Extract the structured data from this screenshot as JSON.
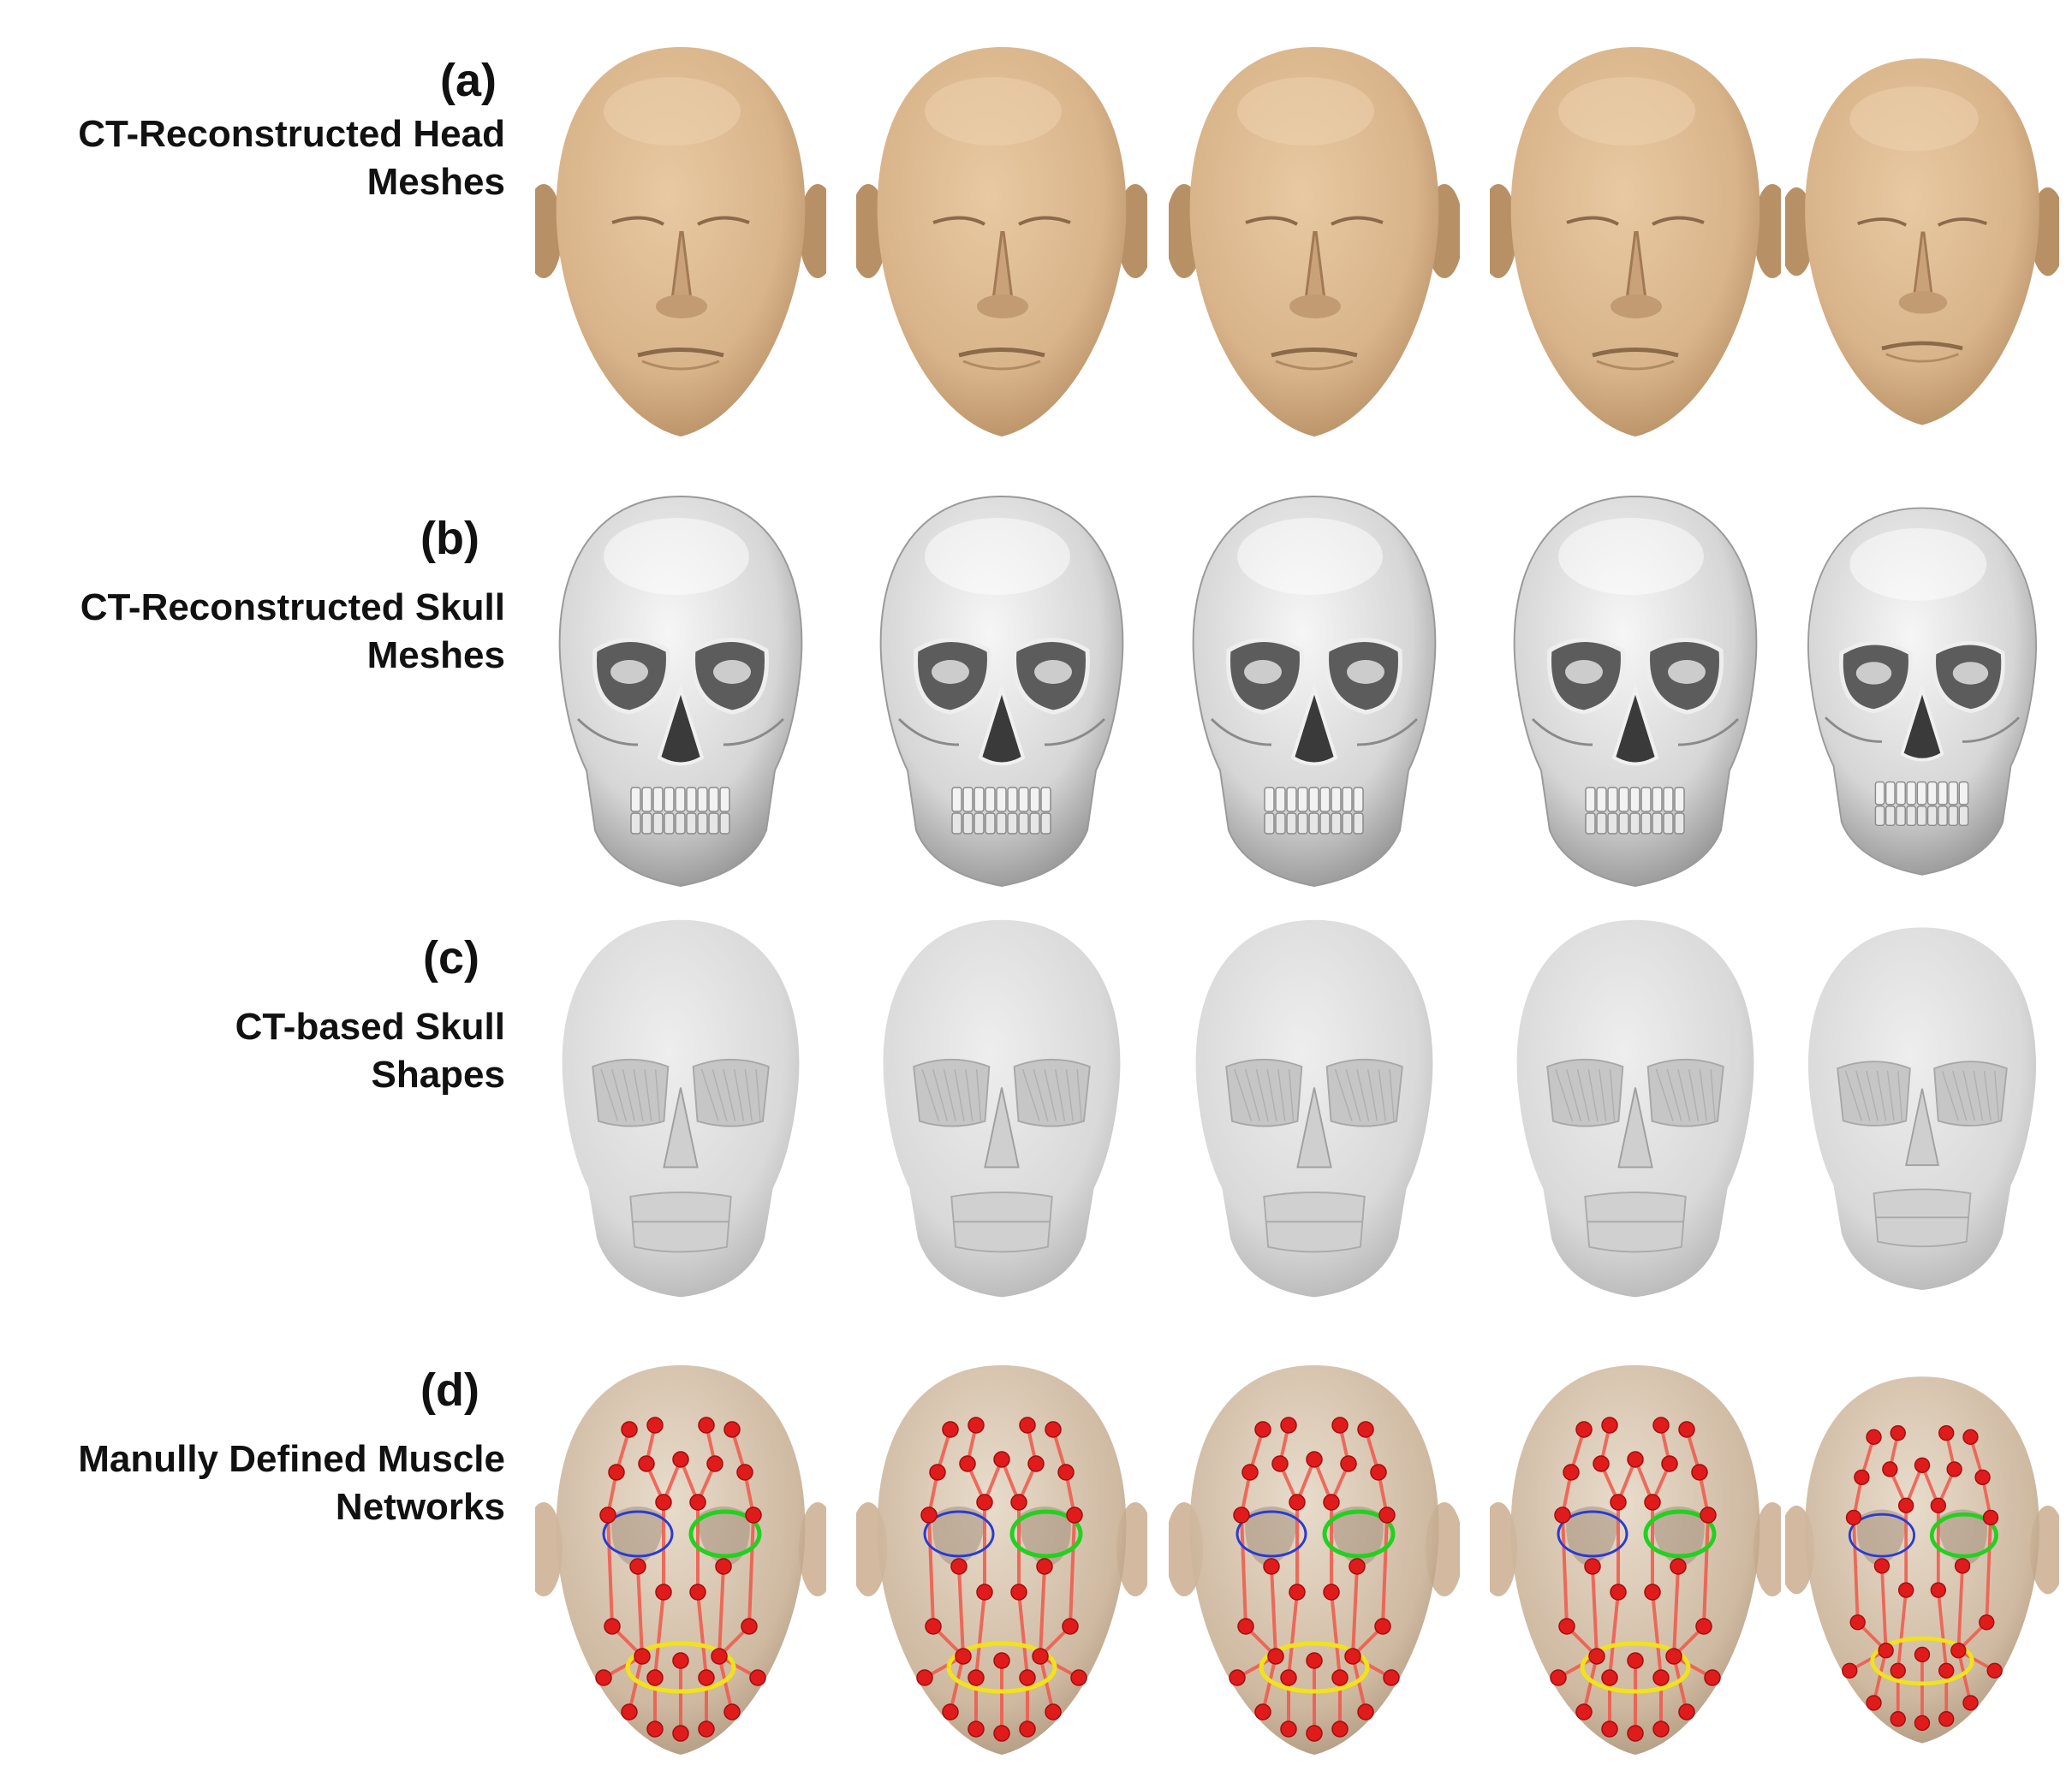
{
  "figure": {
    "rows": [
      {
        "id": "a",
        "tag": "(a)",
        "title_lines": [
          "CT-Reconstructed Head",
          "Meshes"
        ],
        "kind": "head",
        "count": 5
      },
      {
        "id": "b",
        "tag": "(b)",
        "title_lines": [
          "CT-Reconstructed Skull",
          "Meshes"
        ],
        "kind": "skull",
        "count": 5
      },
      {
        "id": "c",
        "tag": "(c)",
        "title_lines": [
          "CT-based Skull",
          "Shapes"
        ],
        "kind": "skullshape",
        "count": 5
      },
      {
        "id": "d",
        "tag": "(d)",
        "title_lines": [
          "Manully Defined Muscle",
          "Networks"
        ],
        "kind": "muscle",
        "count": 5
      }
    ],
    "colors": {
      "skin": "#d9b48a",
      "skin_shadow": "#b89066",
      "bone": "#d6d6d6",
      "bone_shadow": "#8f8f8f",
      "shape": "#d9d9d9",
      "shape_shadow": "#b4b4b4",
      "muscle_node": "#e01b1b",
      "muscle_line": "#f0584a",
      "left_eye_ring": "#2a3bd1",
      "right_eye_ring": "#22d11f",
      "mouth_ring": "#f2e21b"
    }
  }
}
